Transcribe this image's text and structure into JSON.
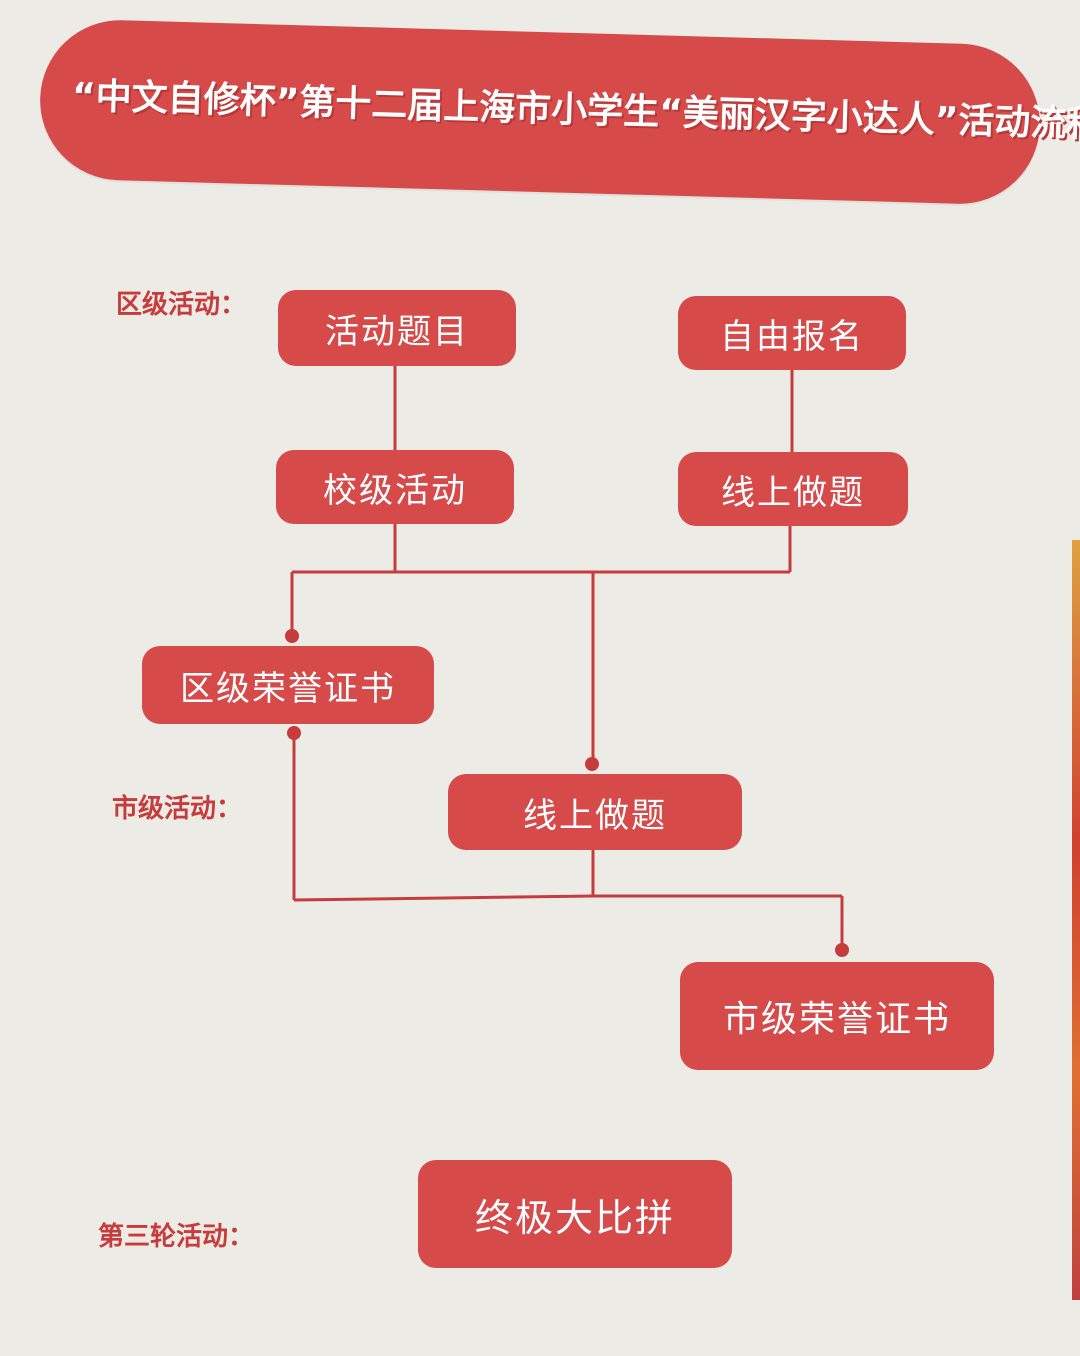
{
  "title": "“中文自修杯”第十二届上海市小学生“美丽汉字小达人”活动流程：",
  "stages": {
    "district": "区级活动：",
    "city": "市级活动：",
    "third": "第三轮活动："
  },
  "nodes": {
    "topic": "活动题目",
    "signup": "自由报名",
    "school": "校级活动",
    "online1": "线上做题",
    "district_cert": "区级荣誉证书",
    "online2": "线上做题",
    "city_cert": "市级荣誉证书",
    "final": "终极大比拼"
  },
  "colors": {
    "accent": "#d64a4a",
    "line": "#c63c3c",
    "background": "#ecebe6",
    "text_on_accent": "#ffffff"
  }
}
